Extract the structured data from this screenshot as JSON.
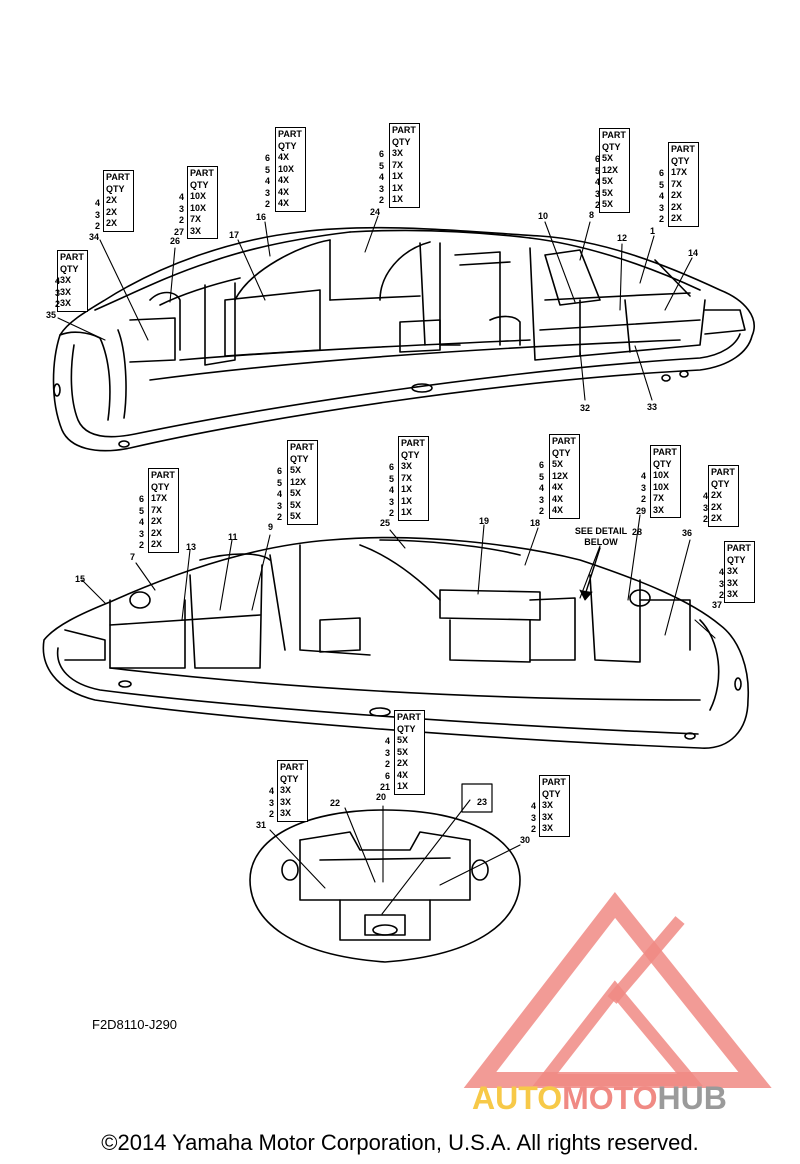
{
  "diagram": {
    "code": "F2D8110-J290",
    "copyright": "©2014 Yamaha Motor Corporation, U.S.A. All rights reserved.",
    "detail_note": [
      "SEE DETAIL",
      "BELOW"
    ],
    "header_part": "PART",
    "header_qty": "QTY",
    "qty_tables": [
      {
        "id": "t34",
        "ref": "34",
        "parts": [
          "4",
          "3",
          "2"
        ],
        "qty": [
          "2X",
          "2X",
          "2X"
        ]
      },
      {
        "id": "t26",
        "ref": "26",
        "parts": [
          "4",
          "3",
          "2",
          "27"
        ],
        "qty": [
          "10X",
          "10X",
          "7X",
          "3X"
        ]
      },
      {
        "id": "t16",
        "ref": "16",
        "parts": [
          "6",
          "5",
          "4",
          "3",
          "2"
        ],
        "qty": [
          "4X",
          "10X",
          "4X",
          "4X",
          "4X"
        ]
      },
      {
        "id": "t24",
        "ref": "24",
        "parts": [
          "6",
          "5",
          "4",
          "3",
          "2"
        ],
        "qty": [
          "3X",
          "7X",
          "1X",
          "1X",
          "1X"
        ]
      },
      {
        "id": "t8",
        "ref": "8",
        "parts": [
          "6",
          "5",
          "4",
          "3",
          "2"
        ],
        "qty": [
          "5X",
          "12X",
          "5X",
          "5X",
          "5X"
        ]
      },
      {
        "id": "t1",
        "ref": "1",
        "parts": [
          "6",
          "5",
          "4",
          "3",
          "2"
        ],
        "qty": [
          "17X",
          "7X",
          "2X",
          "2X",
          "2X"
        ]
      },
      {
        "id": "t35",
        "ref": "35",
        "parts": [
          "4",
          "3",
          "2"
        ],
        "qty": [
          "3X",
          "3X",
          "3X"
        ]
      },
      {
        "id": "t7",
        "ref": "7",
        "parts": [
          "6",
          "5",
          "4",
          "3",
          "2"
        ],
        "qty": [
          "17X",
          "7X",
          "2X",
          "2X",
          "2X"
        ]
      },
      {
        "id": "t9",
        "ref": "9",
        "parts": [
          "6",
          "5",
          "4",
          "3",
          "2"
        ],
        "qty": [
          "5X",
          "12X",
          "5X",
          "5X",
          "5X"
        ]
      },
      {
        "id": "t25",
        "ref": "25",
        "parts": [
          "6",
          "5",
          "4",
          "3",
          "2"
        ],
        "qty": [
          "3X",
          "7X",
          "1X",
          "1X",
          "1X"
        ]
      },
      {
        "id": "t18",
        "ref": "18",
        "parts": [
          "6",
          "5",
          "4",
          "3",
          "2"
        ],
        "qty": [
          "5X",
          "12X",
          "4X",
          "4X",
          "4X"
        ]
      },
      {
        "id": "t28",
        "ref": "28",
        "parts": [
          "4",
          "3",
          "2",
          "29"
        ],
        "qty": [
          "10X",
          "10X",
          "7X",
          "3X"
        ]
      },
      {
        "id": "t36",
        "ref": "36",
        "parts": [
          "4",
          "3",
          "2"
        ],
        "qty": [
          "2X",
          "2X",
          "2X"
        ]
      },
      {
        "id": "t37",
        "ref": "37",
        "parts": [
          "4",
          "3",
          "2"
        ],
        "qty": [
          "3X",
          "3X",
          "3X"
        ]
      },
      {
        "id": "t20",
        "ref": "20",
        "parts": [
          "4",
          "3",
          "2",
          "6",
          "21"
        ],
        "qty": [
          "5X",
          "5X",
          "2X",
          "4X",
          "1X"
        ]
      },
      {
        "id": "t31",
        "ref": "31",
        "parts": [
          "4",
          "3",
          "2"
        ],
        "qty": [
          "3X",
          "3X",
          "3X"
        ]
      },
      {
        "id": "t30",
        "ref": "30",
        "parts": [
          "4",
          "3",
          "2"
        ],
        "qty": [
          "3X",
          "3X",
          "3X"
        ]
      }
    ],
    "callouts": {
      "c10": "10",
      "c12": "12",
      "c14": "14",
      "c17": "17",
      "c32": "32",
      "c33": "33",
      "c15": "15",
      "c13": "13",
      "c11": "11",
      "c19": "19",
      "c22": "22",
      "c23": "23"
    }
  },
  "watermark": {
    "brand_part1": "AUTO",
    "brand_part2": "MOTO",
    "brand_part3": "HUB",
    "colors": {
      "yellow": "#f7c948",
      "red": "#f08a84",
      "gray": "#9a9a9a"
    }
  }
}
